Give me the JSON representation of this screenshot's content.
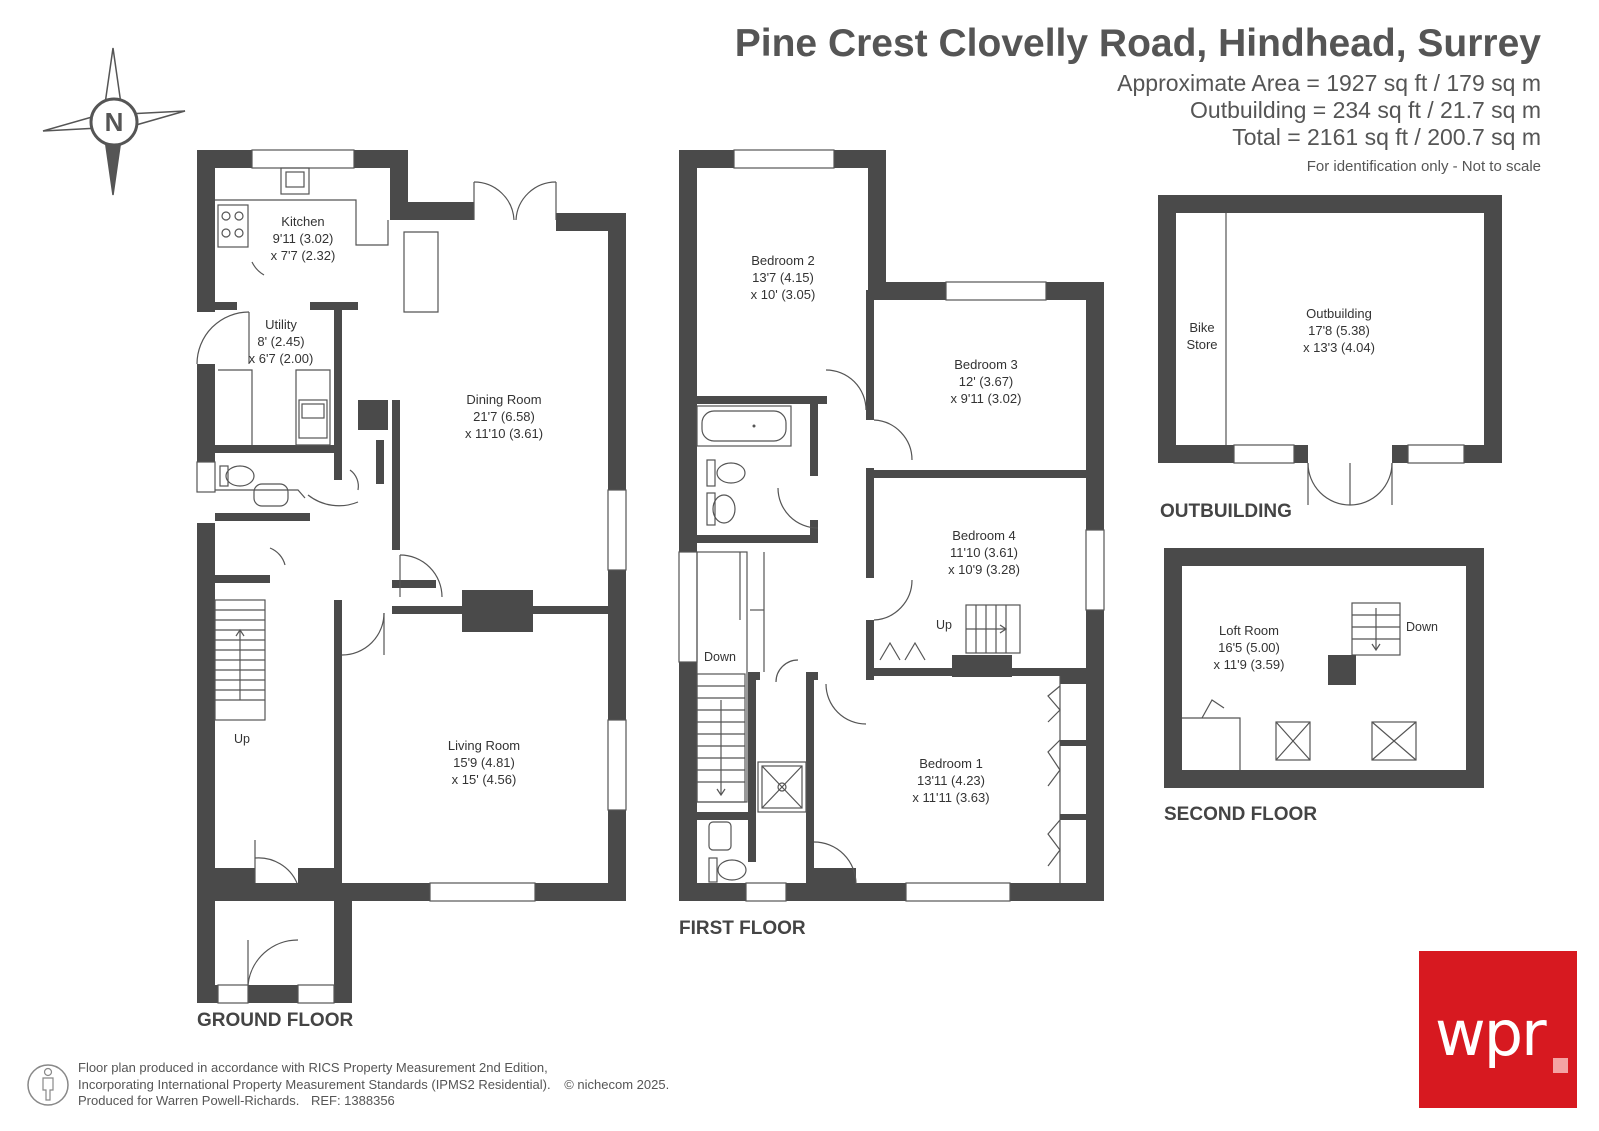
{
  "header": {
    "title": "Pine Crest Clovelly Road, Hindhead, Surrey",
    "approx_area": "Approximate Area = 1927 sq ft / 179 sq m",
    "outbuilding_area": "Outbuilding = 234 sq ft / 21.7 sq m",
    "total_area": "Total = 2161 sq ft / 200.7 sq m",
    "disclaimer": "For identification only - Not to scale"
  },
  "compass": {
    "label": "N"
  },
  "ground_floor": {
    "label": "GROUND FLOOR",
    "kitchen": {
      "name": "Kitchen",
      "dim1": "9'11 (3.02)",
      "dim2": "x 7'7 (2.32)"
    },
    "utility": {
      "name": "Utility",
      "dim1": "8' (2.45)",
      "dim2": "x 6'7 (2.00)"
    },
    "dining": {
      "name": "Dining Room",
      "dim1": "21'7 (6.58)",
      "dim2": "x 11'10 (3.61)"
    },
    "living": {
      "name": "Living Room",
      "dim1": "15'9 (4.81)",
      "dim2": "x 15' (4.56)"
    },
    "stairs": "Up"
  },
  "first_floor": {
    "label": "FIRST FLOOR",
    "bedroom2": {
      "name": "Bedroom 2",
      "dim1": "13'7 (4.15)",
      "dim2": "x 10' (3.05)"
    },
    "bedroom3": {
      "name": "Bedroom 3",
      "dim1": "12' (3.67)",
      "dim2": "x 9'11 (3.02)"
    },
    "bedroom4": {
      "name": "Bedroom 4",
      "dim1": "11'10 (3.61)",
      "dim2": "x 10'9 (3.28)"
    },
    "bedroom1": {
      "name": "Bedroom 1",
      "dim1": "13'11 (4.23)",
      "dim2": "x 11'11 (3.63)"
    },
    "stairs_down": "Down",
    "stairs_up": "Up"
  },
  "outbuilding": {
    "label": "OUTBUILDING",
    "bike1": "Bike",
    "bike2": "Store",
    "room": {
      "name": "Outbuilding",
      "dim1": "17'8 (5.38)",
      "dim2": "x 13'3 (4.04)"
    }
  },
  "second_floor": {
    "label": "SECOND FLOOR",
    "loft": {
      "name": "Loft Room",
      "dim1": "16'5 (5.00)",
      "dim2": "x 11'9 (3.59)"
    },
    "stairs_down": "Down"
  },
  "footer": {
    "line1": "Floor plan produced in accordance with RICS Property Measurement 2nd Edition,",
    "line2": "Incorporating International Property Measurement Standards (IPMS2 Residential).",
    "copyright": "© nichecom 2025.",
    "line3": "Produced for Warren Powell-Richards.",
    "ref": "REF: 1388356"
  },
  "logo": {
    "text": "wpr"
  },
  "colors": {
    "wall": "#4a4a4a",
    "logo": "#d71920",
    "text": "#555555"
  }
}
